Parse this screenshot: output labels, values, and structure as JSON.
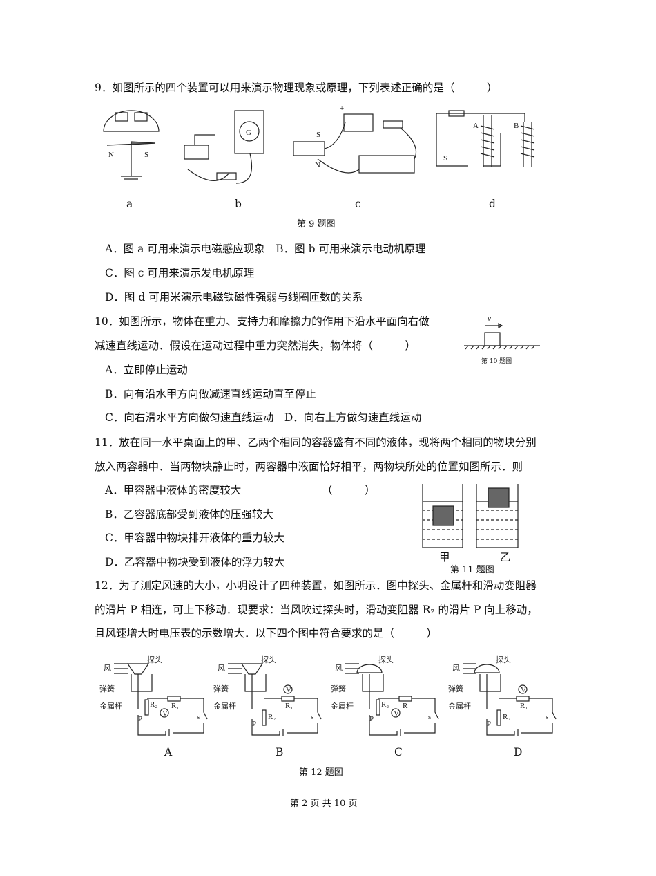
{
  "q9": {
    "stem": "9．如图所示的四个装置可以用来演示物理现象或原理，下列表述正确的是（　　　）",
    "fig_labels": [
      "a",
      "b",
      "c",
      "d"
    ],
    "fig_text": {
      "N": "N",
      "S": "S",
      "G": "G",
      "A": "A",
      "B": "B",
      "plus": "+",
      "minus": "−"
    },
    "caption": "第 9 题图",
    "options": [
      "A．图 a 可用来演示电磁感应现象　B．图 b 可用来演示电动机原理",
      "C．图 c 可用来演示发电机原理",
      "D．图 d 可用米演示电磁铁磁性强弱与线圈匝数的关系"
    ]
  },
  "q10": {
    "stem_lines": [
      "10．如图所示，物体在重力、支持力和摩擦力的作用下沿水平面向右做",
      "减速直线运动．假设在运动过程中重力突然消失，物体将（　　　）"
    ],
    "fig_v": "v",
    "caption": "第 10 题图",
    "options": [
      "A．立即停止运动",
      "B．向有沿水甲方向做减速直线运动直至停止",
      "C．向右滑水平方向做匀速直线运动　D．向右上方做匀速直线运动"
    ]
  },
  "q11": {
    "stem_lines": [
      "11．放在同一水平桌面上的甲、乙两个相同的容器盛有不同的液体，现将两个相同的物块分别",
      "放入两容器中．当两物块静止时，两容器中液面恰好相平，两物块所处的位置如图所示．则"
    ],
    "bracket": "（　　　）",
    "fig_labels": [
      "甲",
      "乙"
    ],
    "caption": "第 11 题图",
    "options": [
      "A．甲容器中液体的密度较大",
      "B．乙容器底部受到液体的压强较大",
      "C．甲容器中物块排开液体的重力较大",
      "D．乙容器中物块受到液体的浮力较大"
    ]
  },
  "q12": {
    "stem_lines": [
      "12．为了测定风速的大小，小明设计了四种装置，如图所示．图中探头、金属杆和滑动变阻器",
      "的滑片 P 相连，可上下移动．现要求：当风吹过探头时，滑动变阻器 R₂ 的滑片 P 向上移动，",
      "且风速增大时电压表的示数增大．以下四个图中符合要求的是（　　　）"
    ],
    "fig_text": {
      "wind": "风",
      "probe": "探头",
      "spring": "弹簧",
      "rod": "金属杆",
      "P": "P",
      "R1": "R₁",
      "R2": "R₂",
      "V": "V",
      "s": "s"
    },
    "fig_labels": [
      "A",
      "B",
      "C",
      "D"
    ],
    "caption": "第 12 题图"
  },
  "footer": "第 2 页 共 10 页"
}
